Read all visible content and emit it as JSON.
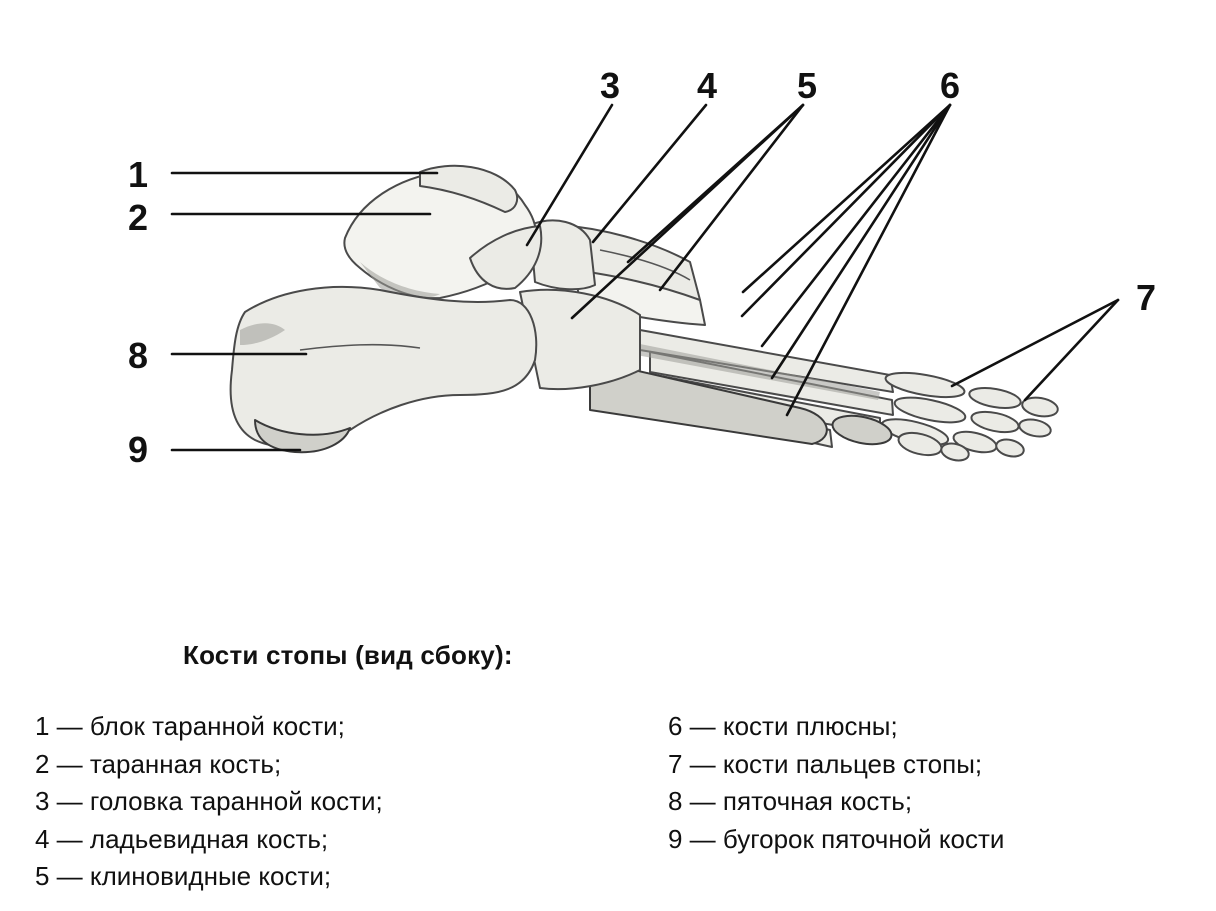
{
  "callouts": [
    "1",
    "2",
    "3",
    "4",
    "5",
    "6",
    "7",
    "8",
    "9"
  ],
  "caption": "Кости стопы (вид сбоку):",
  "legend": {
    "left": [
      "1 — блок таранной кости;",
      "2 — таранная кость;",
      "3 — головка таранной кости;",
      "4 — ладьевидная кость;",
      "5 — клиновидные кости;"
    ],
    "right": [
      "6 — кости плюсны;",
      "7 — кости пальцев стопы;",
      "8 — пяточная кость;",
      "9 — бугорок пяточной кости"
    ]
  }
}
